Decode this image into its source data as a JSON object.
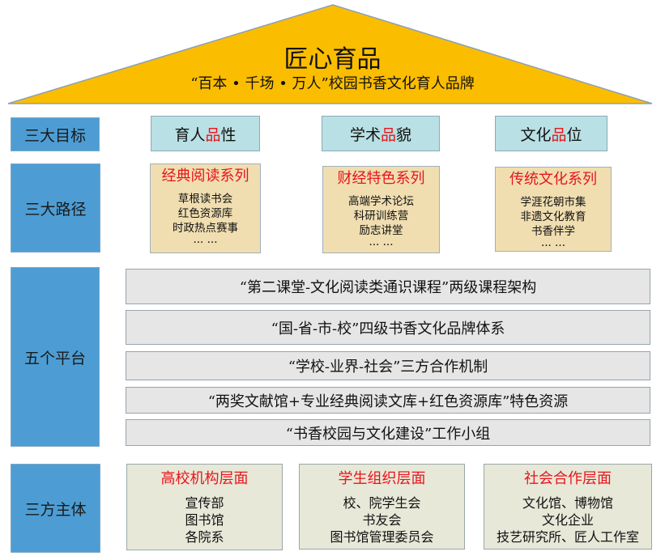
{
  "roof": {
    "title": "匠心育品",
    "subtitle": "“百本 • 千场 • 万人”校园书香文化育人品牌",
    "color": "#fbbd00"
  },
  "goals": {
    "label": "三大目标",
    "items": [
      {
        "pre": "育人",
        "red": "品",
        "post": "性"
      },
      {
        "pre": "学术",
        "red": "品",
        "post": "貌"
      },
      {
        "pre": "文化",
        "red": "品",
        "post": "位"
      }
    ]
  },
  "paths": {
    "label": "三大路径",
    "items": [
      {
        "title": "经典阅读系列",
        "lines": [
          "草根读书会",
          "红色资源库",
          "时政热点赛事",
          "··· ···"
        ]
      },
      {
        "title": "财经特色系列",
        "lines": [
          "高端学术论坛",
          "科研训练营",
          "励志讲堂",
          "··· ···"
        ]
      },
      {
        "title": "传统文化系列",
        "lines": [
          "学涯花朝市集",
          "非遗文化教育",
          "书香伴学",
          "··· ···"
        ]
      }
    ]
  },
  "platforms": {
    "label": "五个平台",
    "items": [
      "“第二课堂-文化阅读类通识课程”两级课程架构",
      "“国-省-市-校”四级书香文化品牌体系",
      "“学校-业界-社会”三方合作机制",
      "“两奖文献馆+专业经典阅读文库+红色资源库”特色资源",
      "“书香校园与文化建设”工作小组"
    ]
  },
  "subjects": {
    "label": "三方主体",
    "items": [
      {
        "title": "高校机构层面",
        "lines": [
          "宣传部",
          "图书馆",
          "各院系"
        ]
      },
      {
        "title": "学生组织层面",
        "lines": [
          "校、院学生会",
          "书友会",
          "图书馆管理委员会"
        ]
      },
      {
        "title": "社会合作层面",
        "lines": [
          "文化馆、博物馆",
          "文化企业",
          "技艺研究所、匠人工作室"
        ]
      }
    ]
  }
}
